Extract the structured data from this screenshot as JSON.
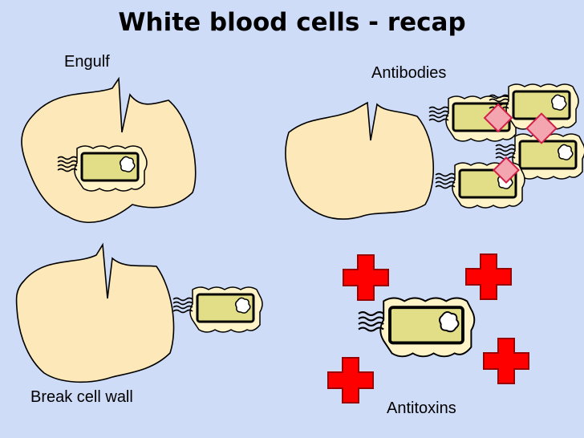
{
  "title": "White blood cells - recap",
  "panels": {
    "engulf": {
      "label": "Engulf"
    },
    "antibodies": {
      "label": "Antibodies"
    },
    "break_cell_wall": {
      "label": "Break cell wall"
    },
    "antitoxins": {
      "label": "Antitoxins"
    }
  },
  "colors": {
    "background": "#cfdcf8",
    "cell_fill": "#fce8b8",
    "bacterium_fill": "#e2de88",
    "antibody_fill": "#f4a6b0",
    "antibody_stroke": "#d0204a",
    "antitoxin_fill": "#ff0000",
    "antitoxin_stroke": "#990000"
  }
}
